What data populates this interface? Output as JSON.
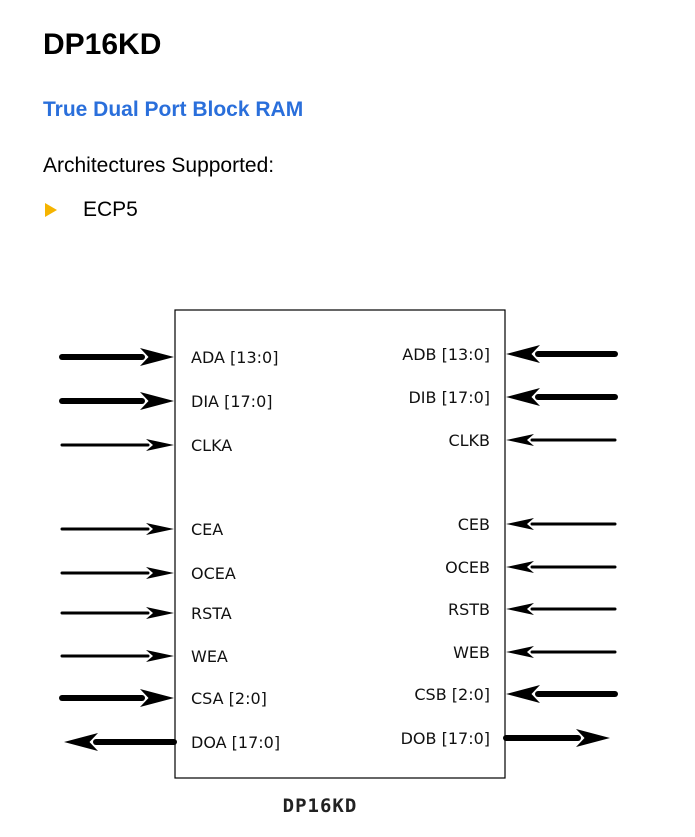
{
  "page": {
    "title": "DP16KD",
    "subtitle": "True Dual Port Block RAM",
    "architectures_label": "Architectures Supported:",
    "architectures": [
      "ECP5"
    ]
  },
  "colors": {
    "subtitle": "#2a6fdb",
    "bullet": "#f5b400"
  },
  "diagram": {
    "block_name": "DP16KD",
    "left_ports": [
      {
        "label": "ADA [13:0]",
        "bus": true,
        "dir": "in"
      },
      {
        "label": "DIA [17:0]",
        "bus": true,
        "dir": "in"
      },
      {
        "label": "CLKA",
        "bus": false,
        "dir": "in"
      },
      {
        "label": "CEA",
        "bus": false,
        "dir": "in"
      },
      {
        "label": "OCEA",
        "bus": false,
        "dir": "in"
      },
      {
        "label": "RSTA",
        "bus": false,
        "dir": "in"
      },
      {
        "label": "WEA",
        "bus": false,
        "dir": "in"
      },
      {
        "label": "CSA [2:0]",
        "bus": true,
        "dir": "in"
      },
      {
        "label": "DOA [17:0]",
        "bus": true,
        "dir": "out"
      }
    ],
    "right_ports": [
      {
        "label": "ADB [13:0]",
        "bus": true,
        "dir": "in"
      },
      {
        "label": "DIB [17:0]",
        "bus": true,
        "dir": "in"
      },
      {
        "label": "CLKB",
        "bus": false,
        "dir": "in"
      },
      {
        "label": "CEB",
        "bus": false,
        "dir": "in"
      },
      {
        "label": "OCEB",
        "bus": false,
        "dir": "in"
      },
      {
        "label": "RSTB",
        "bus": false,
        "dir": "in"
      },
      {
        "label": "WEB",
        "bus": false,
        "dir": "in"
      },
      {
        "label": "CSB [2:0]",
        "bus": true,
        "dir": "in"
      },
      {
        "label": "DOB [17:0]",
        "bus": true,
        "dir": "out"
      }
    ]
  }
}
